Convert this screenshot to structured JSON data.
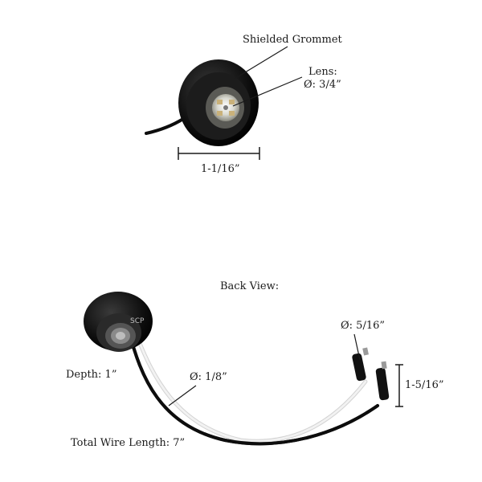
{
  "front": {
    "grommet_label": "Shielded Grommet",
    "lens_label": "Lens:",
    "lens_dia": "Ø: 3/4”",
    "width_dim": "1-1/16”"
  },
  "back": {
    "title": "Back View:",
    "plug_dia": "Ø: 5/16”",
    "plug_height": "1-5/16”",
    "depth": "Depth: 1”",
    "wire_dia": "Ø: 1/8”",
    "wire_length": "Total Wire Length: 7”",
    "brand_mark": "SCP"
  },
  "colors": {
    "housing": "#0d0d0d",
    "wire_white": "#e6e6e6",
    "line": "#1a1a1a"
  }
}
